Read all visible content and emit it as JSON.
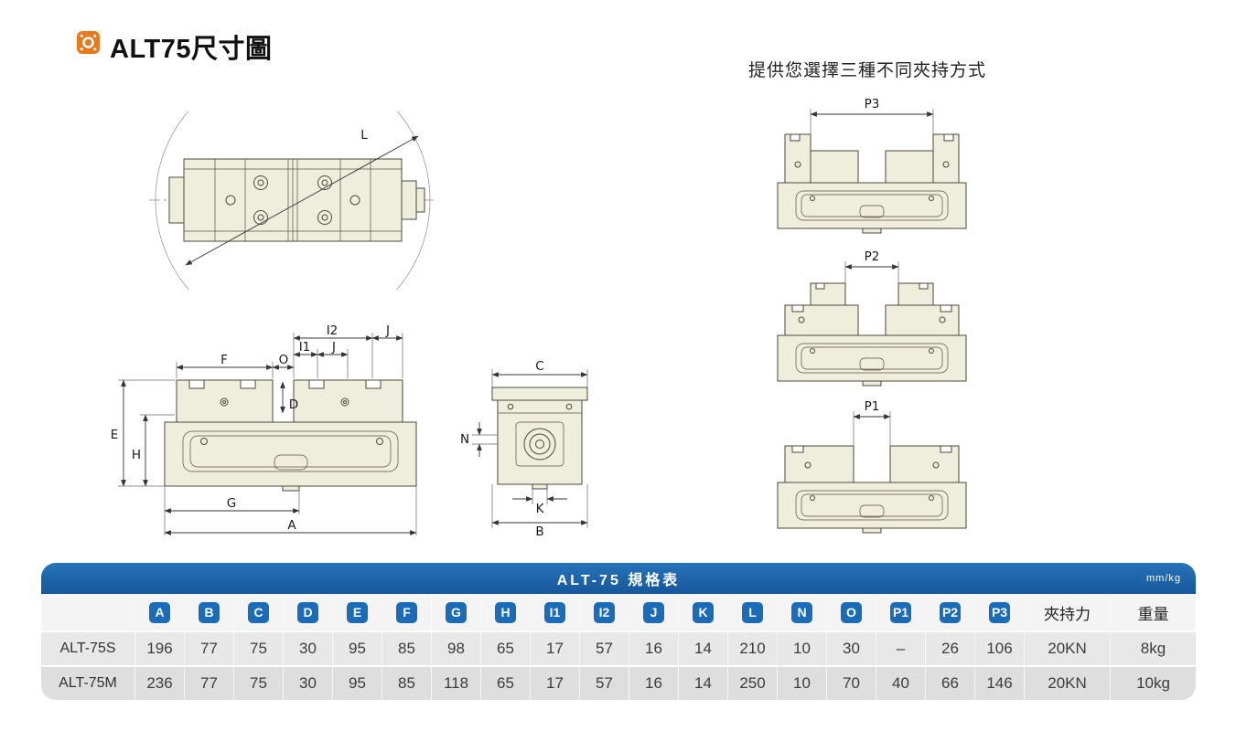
{
  "page": {
    "title": "ALT75尺寸圖",
    "subtitle": "提供您選擇三種不同夾持方式"
  },
  "icons": {
    "title_bullet": "orange-rounded-square-ring"
  },
  "labels": {
    "L": "L",
    "F": "F",
    "O": "O",
    "I1": "I1",
    "I2": "I2",
    "J": "J",
    "D": "D",
    "E": "E",
    "H": "H",
    "G": "G",
    "A": "A",
    "C": "C",
    "N": "N",
    "K": "K",
    "B": "B",
    "P1": "P1",
    "P2": "P2",
    "P3": "P3"
  },
  "table": {
    "title": "ALT-75 規格表",
    "unit": "mm/kg",
    "columns": [
      "A",
      "B",
      "C",
      "D",
      "E",
      "F",
      "G",
      "H",
      "I1",
      "I2",
      "J",
      "K",
      "L",
      "N",
      "O",
      "P1",
      "P2",
      "P3"
    ],
    "extra_columns": [
      "夾持力",
      "重量"
    ],
    "rows": [
      {
        "model": "ALT-75S",
        "values": [
          "196",
          "77",
          "75",
          "30",
          "95",
          "85",
          "98",
          "65",
          "17",
          "57",
          "16",
          "14",
          "210",
          "10",
          "30",
          "–",
          "26",
          "106",
          "20KN",
          "8kg"
        ]
      },
      {
        "model": "ALT-75M",
        "values": [
          "236",
          "77",
          "75",
          "30",
          "95",
          "85",
          "118",
          "65",
          "17",
          "57",
          "16",
          "14",
          "250",
          "10",
          "70",
          "40",
          "66",
          "146",
          "20KN",
          "10kg"
        ]
      }
    ]
  }
}
